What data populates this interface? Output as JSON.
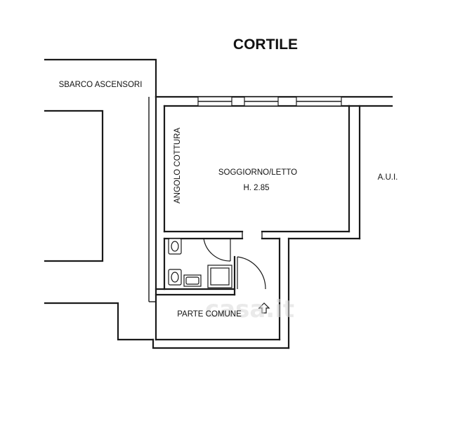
{
  "labels": {
    "courtyard": "CORTILE",
    "elevator_landing": "SBARCO ASCENSORI",
    "kitchenette": "ANGOLO COTTURA",
    "living_bedroom": "SOGGIORNO/LETTO",
    "ceiling_height": "H. 2.85",
    "other_units": "A.U.I.",
    "common_area": "PARTE COMUNE"
  },
  "watermark": "casa.it",
  "icons": {
    "entrance": "up-arrow-icon",
    "toilet": "toilet-icon",
    "bidet": "bidet-icon",
    "sink": "sink-icon",
    "shower": "shower-tray-icon"
  }
}
